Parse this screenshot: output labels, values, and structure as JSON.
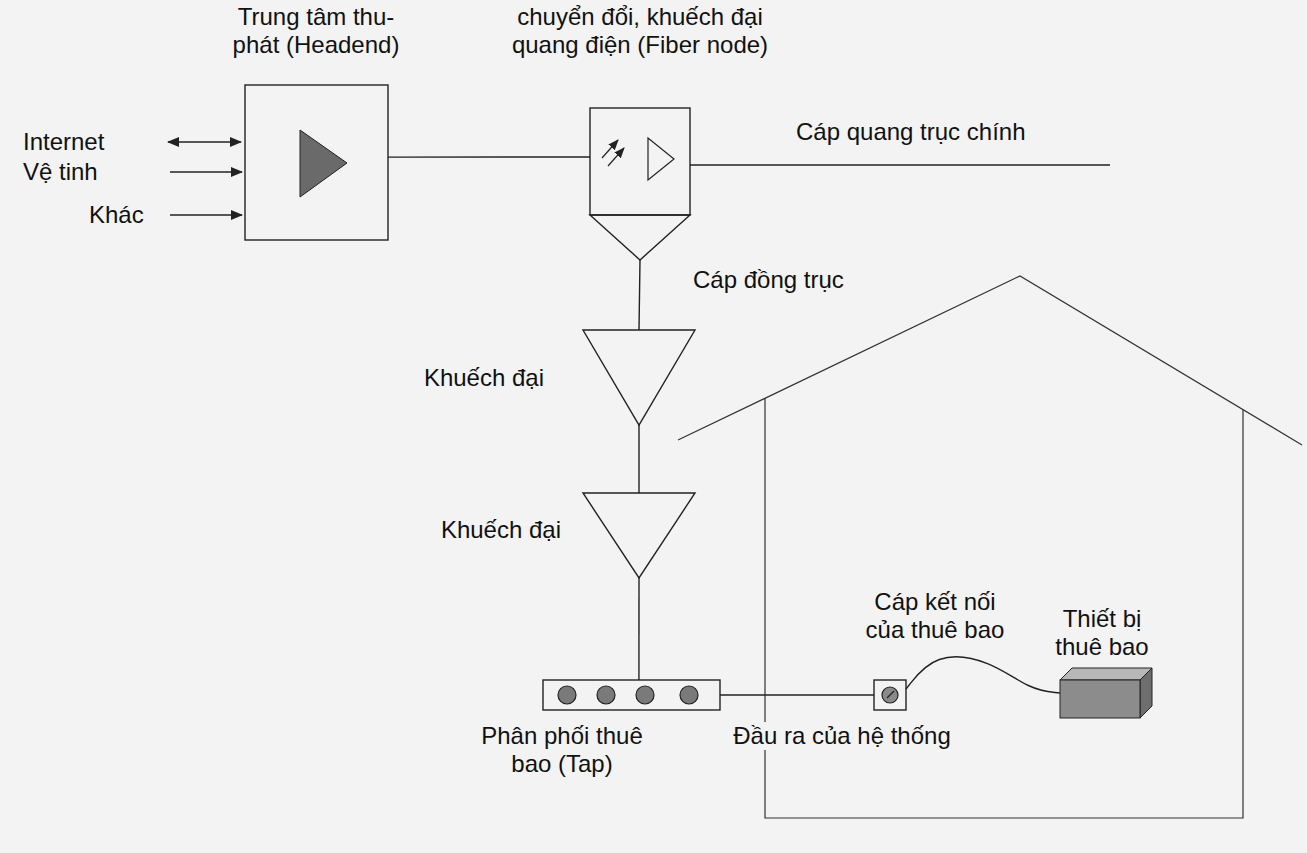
{
  "diagram": {
    "nodes": [
      {
        "text": [
          "Trung tâm thu-phát (Headend)"
        ]
      },
      {
        "text": [
          "chuyển đổi, khuếch đại quang điện (Fiber node)"
        ]
      },
      {
        "text": [
          "Khuếch đại"
        ]
      },
      {
        "text": [
          "Khuếch đại"
        ]
      },
      {
        "text": [
          "Phân phối thuê bao (Tap)"
        ]
      },
      {
        "text": [
          "Đầu ra của hệ thống"
        ]
      },
      {
        "text": [
          "Thiết bị thuê bao"
        ]
      }
    ],
    "edges": [
      {
        "from": 0,
        "to": 1,
        "arrow": "none"
      },
      {
        "from": 1,
        "to": 2,
        "arrow": "none",
        "label": "Cáp đồng trục"
      },
      {
        "from": 2,
        "to": 3,
        "arrow": "none"
      },
      {
        "from": 3,
        "to": 4,
        "arrow": "none"
      },
      {
        "from": 4,
        "to": 5,
        "arrow": "none"
      },
      {
        "from": 5,
        "to": 6,
        "arrow": "none",
        "label": "Cáp kết nối của thuê bao"
      }
    ],
    "labels": [
      "Internet",
      "Vệ tinh",
      "Khác",
      "Cáp quang trục chính"
    ]
  }
}
